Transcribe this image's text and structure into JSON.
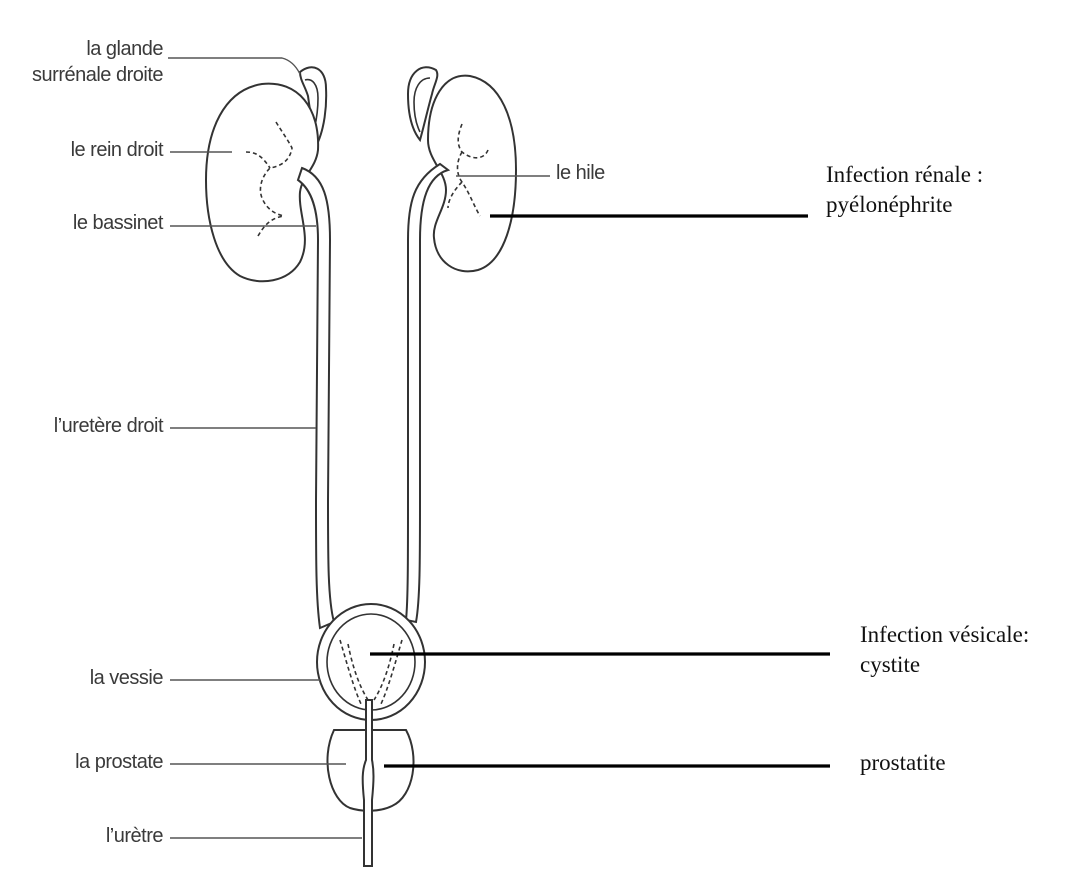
{
  "labels": {
    "adrenal": "la glande surrénale droite",
    "adrenal_line1": "la glande",
    "adrenal_line2": "surrénale droite",
    "kidney": "le rein droit",
    "pelvis": "le bassinet",
    "hilum": "le hile",
    "ureter": "l’uretère droit",
    "bladder": "la vessie",
    "prostate": "la prostate",
    "urethra": "l’urètre"
  },
  "annotations": {
    "renal": {
      "line1": "Infection rénale :",
      "line2": "pyélonéphrite"
    },
    "bladder": {
      "line1": "Infection vésicale:",
      "line2": "cystite"
    },
    "prostate": {
      "line1": "prostatite"
    }
  }
}
